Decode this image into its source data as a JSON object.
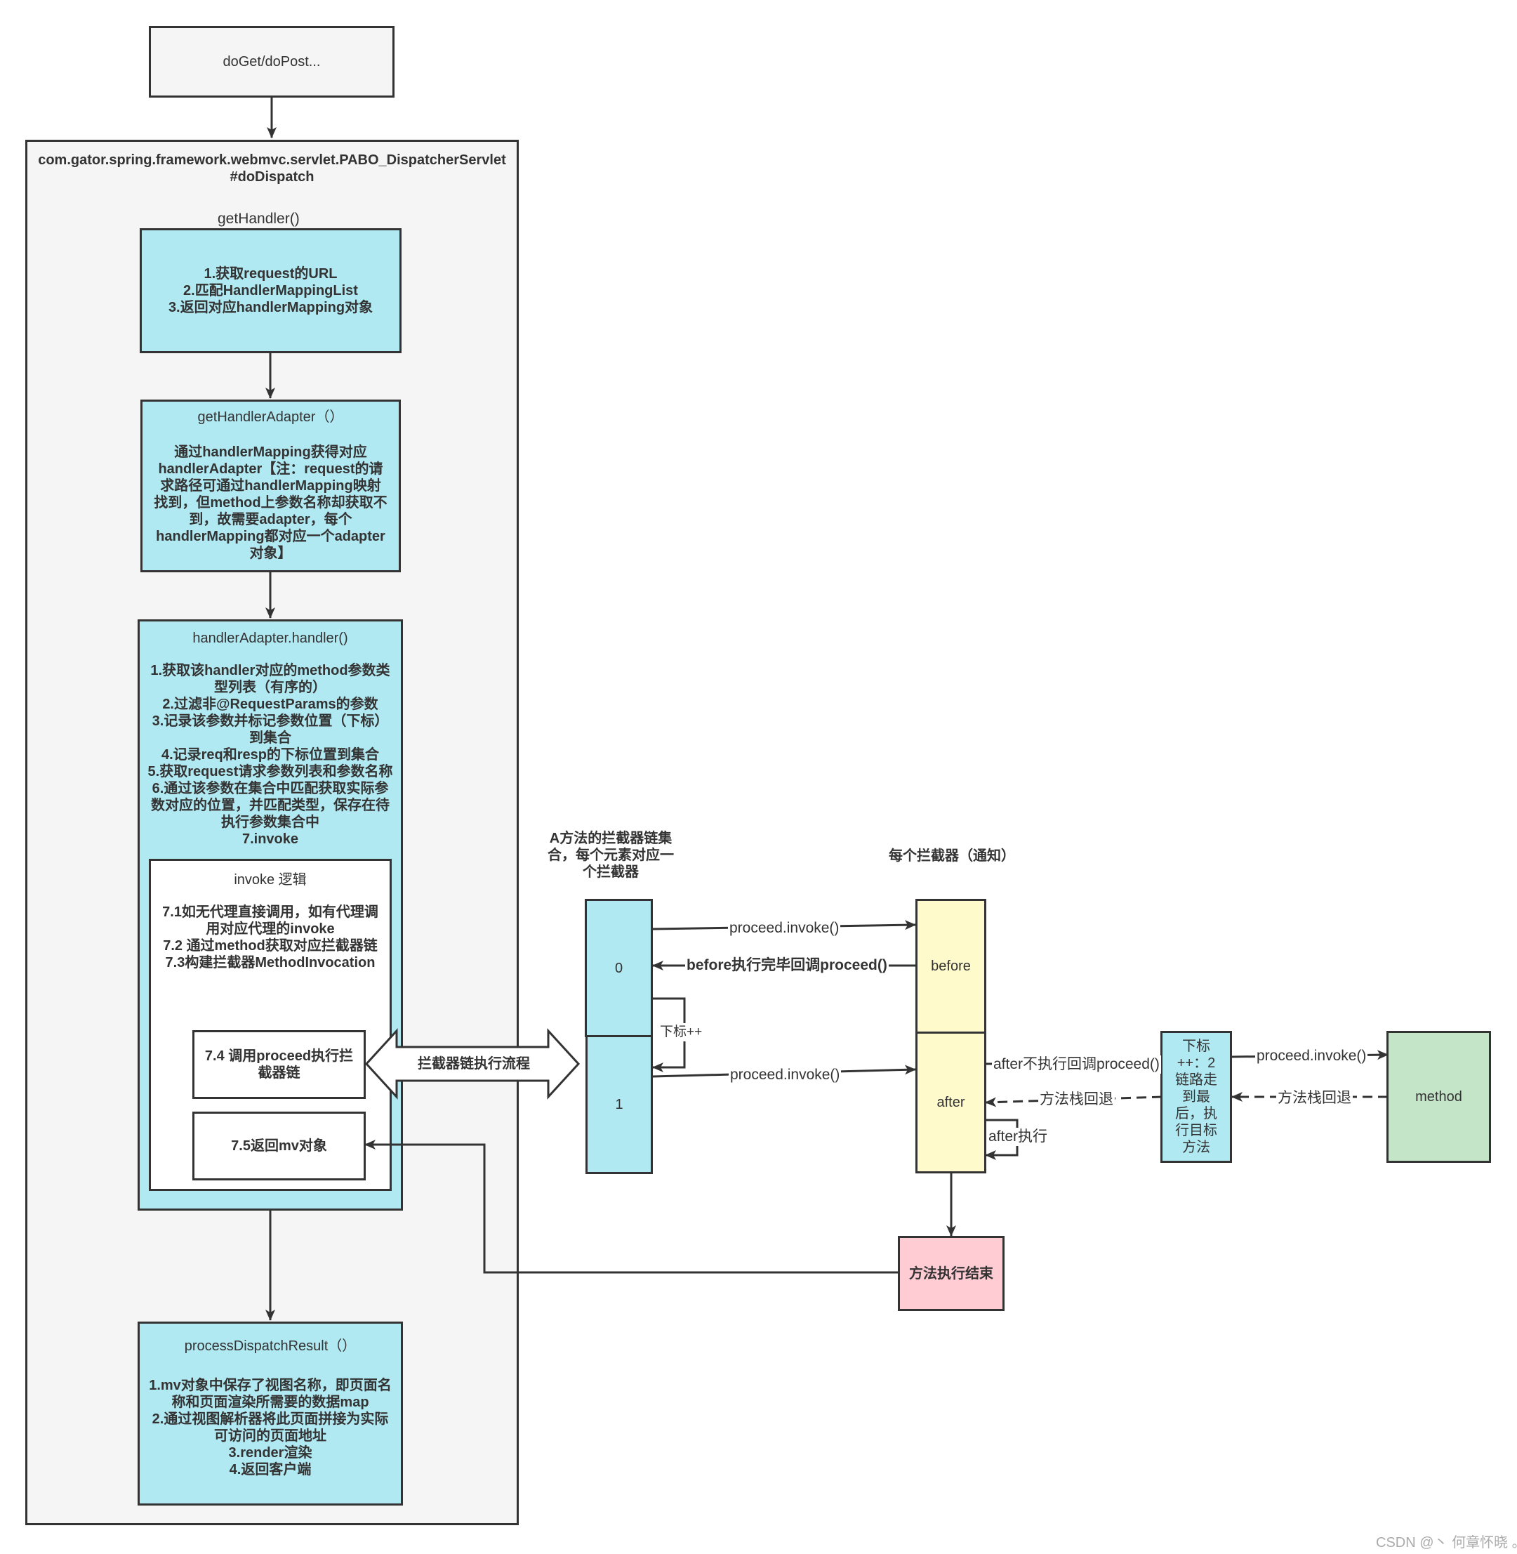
{
  "top_box": {
    "label": "doGet/doPost..."
  },
  "servlet": {
    "title_line1": "com.gator.spring.framework.webmvc.servlet.PABO_DispatcherServlet",
    "title_line2": "#doDispatch"
  },
  "get_handler": {
    "label": "getHandler()",
    "lines": [
      "1.获取request的URL",
      "2.匹配HandlerMappingList",
      "3.返回对应handlerMapping对象"
    ]
  },
  "get_handler_adapter": {
    "title": "getHandlerAdapter（）",
    "lines": [
      "通过handlerMapping获得对应",
      "handlerAdapter【注：request的请",
      "求路径可通过handlerMapping映射",
      "找到，但method上参数名称却获取不",
      "到，故需要adapter，每个",
      "handlerMapping都对应一个adapter",
      "对象】"
    ]
  },
  "handler_adapter_handler": {
    "title": "handlerAdapter.handler()",
    "lines": [
      "1.获取该handler对应的method参数类",
      "型列表（有序的）",
      "2.过滤非@RequestParams的参数",
      "3.记录该参数并标记参数位置（下标）",
      "到集合",
      "4.记录req和resp的下标位置到集合",
      "5.获取request请求参数列表和参数名称",
      "6.通过该参数在集合中匹配获取实际参",
      "数对应的位置，并匹配类型，保存在待",
      "执行参数集合中",
      "7.invoke"
    ]
  },
  "invoke_logic": {
    "title": "invoke 逻辑",
    "lines": [
      "7.1如无代理直接调用，如有代理调",
      "用对应代理的invoke",
      "7.2 通过method获取对应拦截器链",
      "7.3构建拦截器MethodInvocation"
    ]
  },
  "step_7_4": {
    "lines": [
      "7.4 调用proceed执行拦",
      "截器链"
    ]
  },
  "step_7_5": {
    "label": "7.5返回mv对象"
  },
  "big_arrow_label": "拦截器链执行流程",
  "process_dispatch": {
    "title": "processDispatchResult（）",
    "lines": [
      "1.mv对象中保存了视图名称，即页面名",
      "称和页面渲染所需要的数据map",
      "2.通过视图解析器将此页面拼接为实际",
      "可访问的页面地址",
      "3.render渲染",
      "4.返回客户端"
    ]
  },
  "chain_header": {
    "lines": [
      "A方法的拦截器链集",
      "合，每个元素对应一",
      "个拦截器"
    ]
  },
  "interceptor_header": "每个拦截器（通知）",
  "chain": {
    "cell0": "0",
    "cell1": "1",
    "index_increment": "下标++"
  },
  "interceptor": {
    "before": "before",
    "after": "after"
  },
  "arrows": {
    "proceed_invoke_1": "proceed.invoke()",
    "before_callback": "before执行完毕回调proceed()",
    "proceed_invoke_2": "proceed.invoke()",
    "after_no_exec": "after不执行回调proceed()",
    "stack_back_1": "方法栈回退",
    "after_exec": "after执行",
    "proceed_invoke_3": "proceed.invoke()",
    "stack_back_2": "方法栈回退"
  },
  "last_index_box": {
    "lines": [
      "下标",
      "++：2",
      "链路走",
      "到最",
      "后，执",
      "行目标",
      "方法"
    ]
  },
  "method_box": "method",
  "method_end": "方法执行结束",
  "watermark": "CSDN @丶 何章怀晓 。",
  "colors": {
    "cyan": "#b1e9f2",
    "yellow": "#fffacb",
    "green": "#c5e5c9",
    "pink": "#ffccd4",
    "container": "#f5f5f5",
    "line": "#333333"
  }
}
